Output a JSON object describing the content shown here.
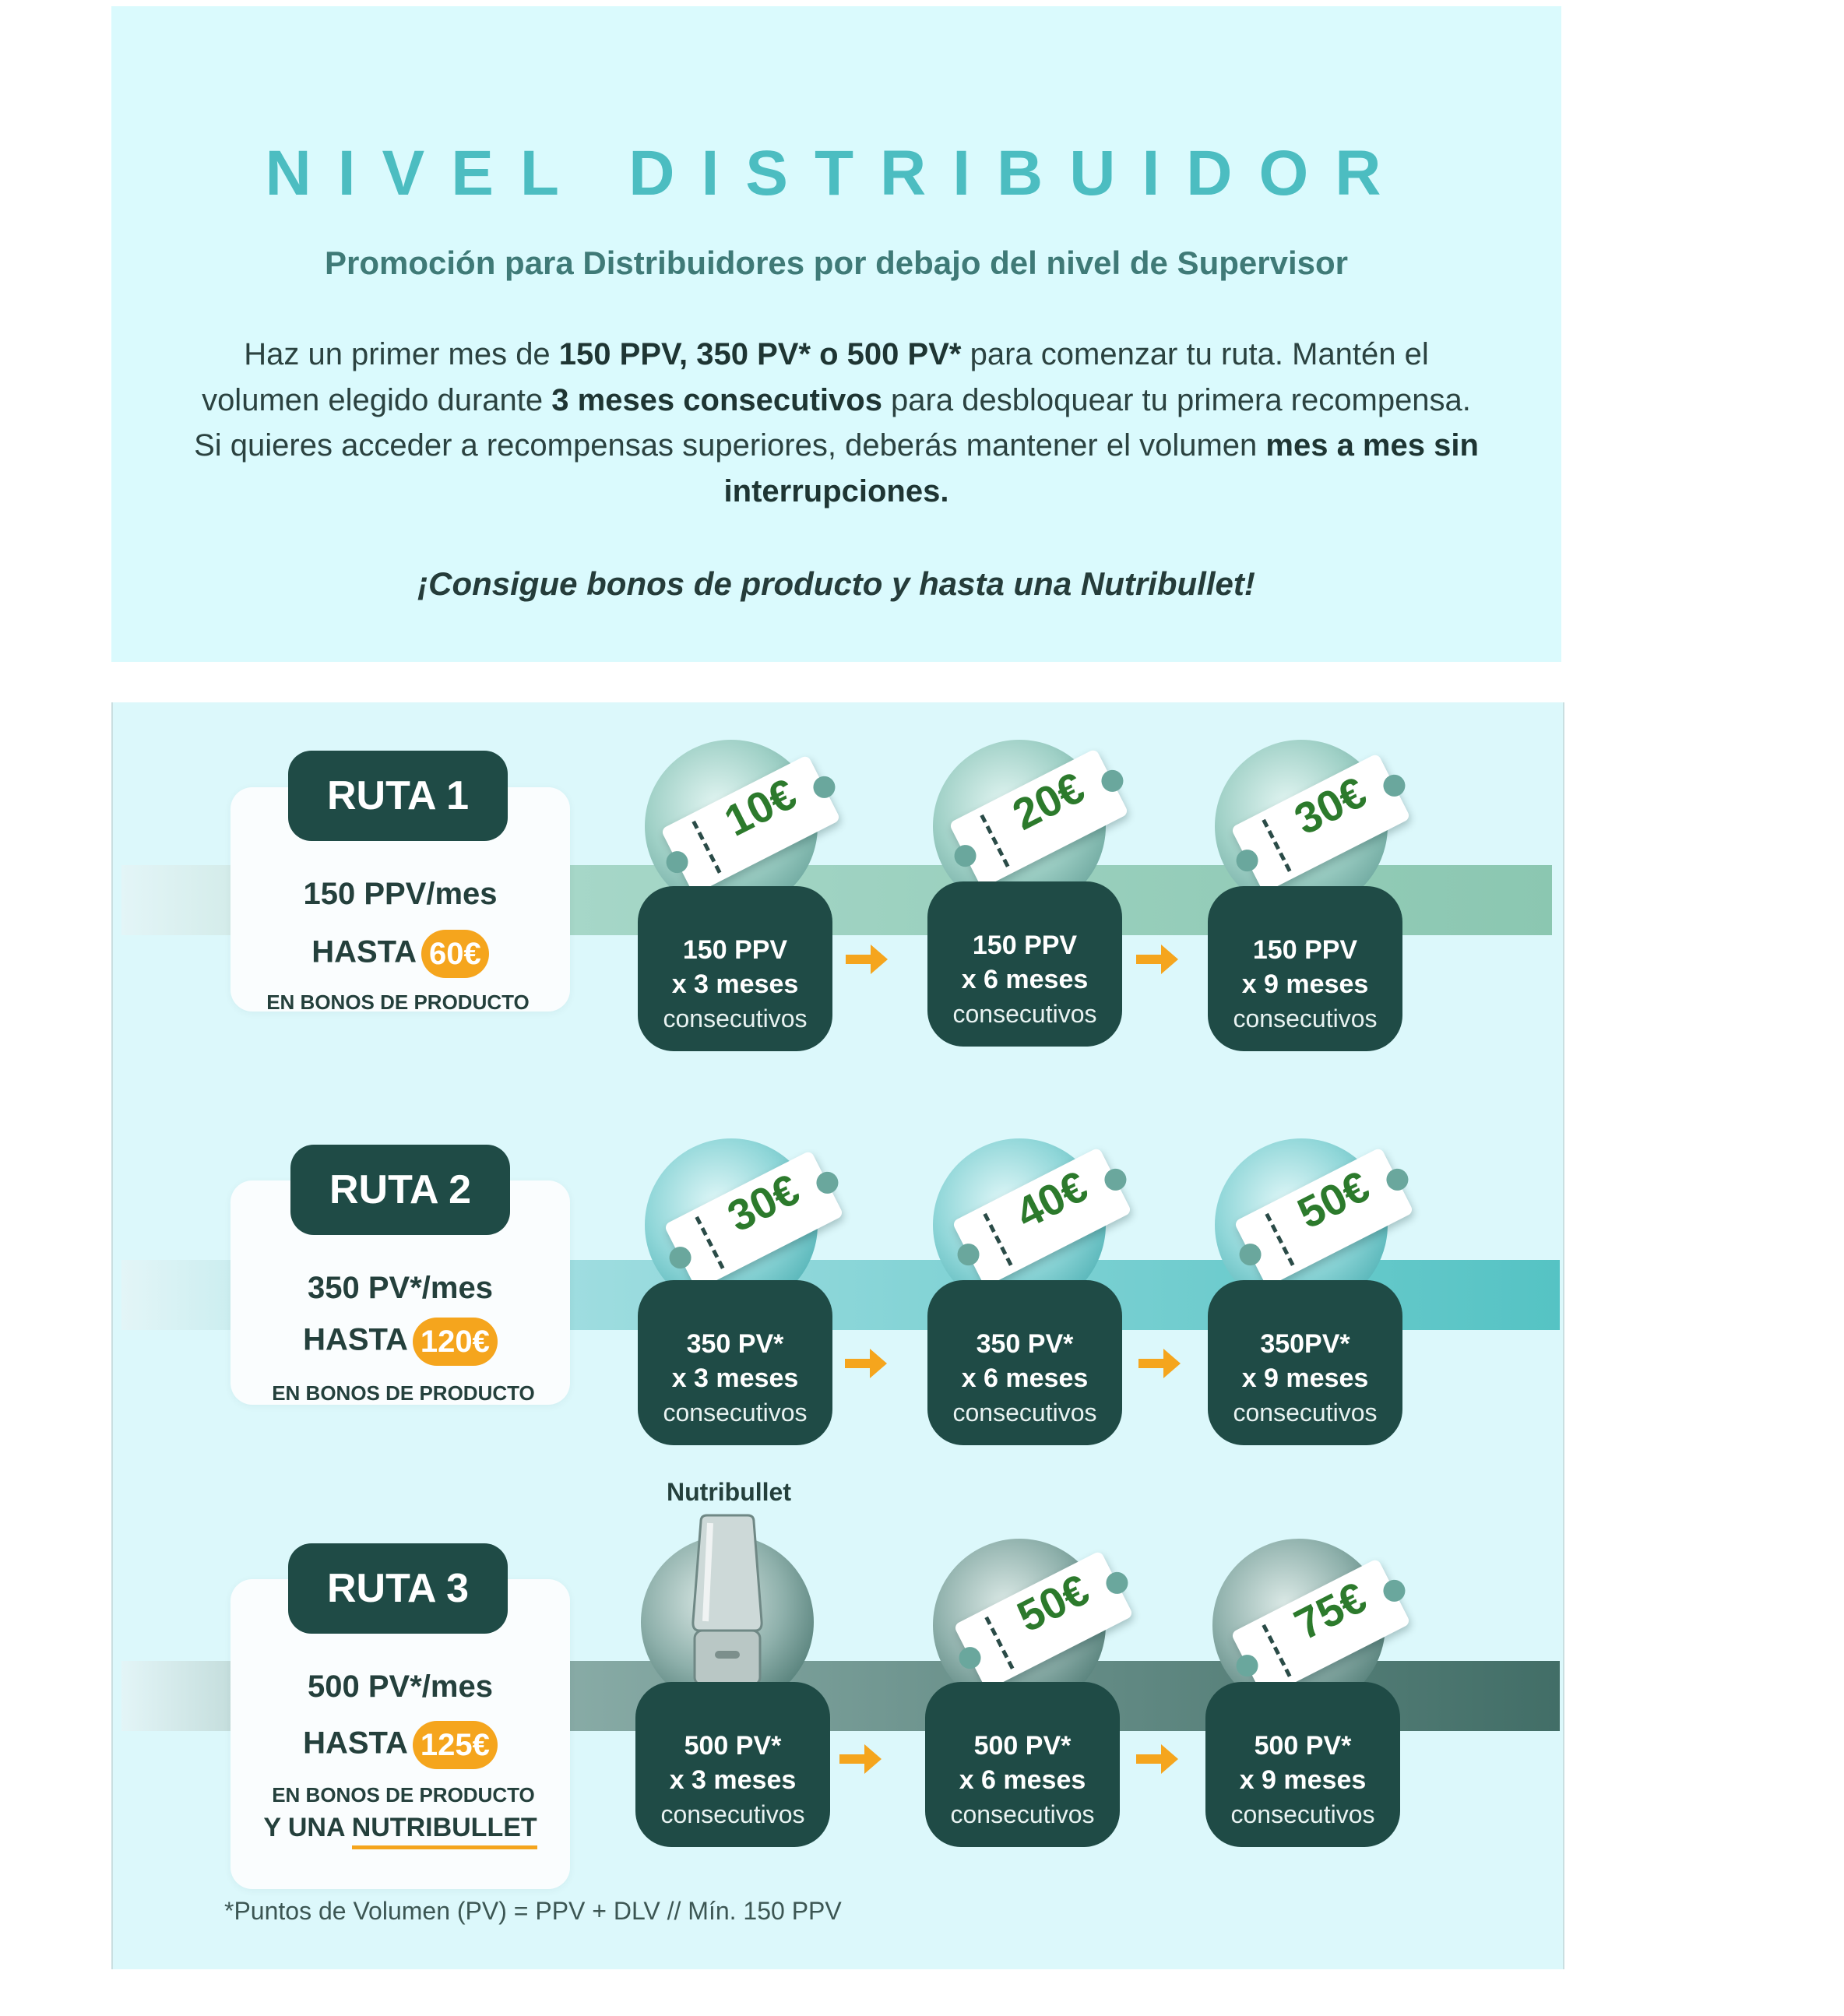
{
  "intro": {
    "title": "NIVEL DISTRIBUIDOR",
    "subtitle": "Promoción para Distribuidores por debajo del nivel de Supervisor",
    "body": {
      "t1": "Haz un primer mes de ",
      "b1": "150 PPV, 350 PV* o 500 PV*",
      "t2": " para comenzar tu ruta. Mantén el volumen elegido durante ",
      "b2": "3 meses consecutivos",
      "t3": " para desbloquear tu primera recompensa. Si quieres acceder a recompensas superiores, deberás mantener el volumen ",
      "b3": "mes a mes sin interrupciones."
    },
    "cta": "¡Consigue bonos de producto y hasta una Nutribullet!"
  },
  "routes": [
    {
      "badge": "RUTA 1",
      "volume": "150 PPV/mes",
      "hasta": "HASTA",
      "amount": "60€",
      "bonos": "EN BONOS DE PRODUCTO",
      "rewards": [
        "10€",
        "20€",
        "30€"
      ],
      "steps": [
        {
          "l1": "150 PPV",
          "l2": "x 3 meses",
          "l3": "consecutivos"
        },
        {
          "l1": "150 PPV",
          "l2": "x 6 meses",
          "l3": "consecutivos"
        },
        {
          "l1": "150 PPV",
          "l2": "x 9 meses",
          "l3": "consecutivos"
        }
      ]
    },
    {
      "badge": "RUTA 2",
      "volume": "350 PV*/mes",
      "hasta": "HASTA",
      "amount": "120€",
      "bonos": "EN BONOS DE PRODUCTO",
      "rewards": [
        "30€",
        "40€",
        "50€"
      ],
      "steps": [
        {
          "l1": "350 PV*",
          "l2": "x 3 meses",
          "l3": "consecutivos"
        },
        {
          "l1": "350 PV*",
          "l2": "x 6 meses",
          "l3": "consecutivos"
        },
        {
          "l1": "350PV*",
          "l2": "x 9 meses",
          "l3": "consecutivos"
        }
      ]
    },
    {
      "badge": "RUTA 3",
      "volume": "500 PV*/mes",
      "hasta": "HASTA",
      "amount": "125€",
      "bonos": "EN BONOS DE PRODUCTO",
      "extra_prefix": "Y UNA ",
      "extra_highlight": "NUTRIBULLET",
      "product_label": "Nutribullet",
      "product_icon": "blender-icon",
      "rewards": [
        "50€",
        "75€"
      ],
      "steps": [
        {
          "l1": "500 PV*",
          "l2": "x 3 meses",
          "l3": "consecutivos"
        },
        {
          "l1": "500 PV*",
          "l2": "x 6 meses",
          "l3": "consecutivos"
        },
        {
          "l1": "500 PV*",
          "l2": "x 9 meses",
          "l3": "consecutivos"
        }
      ]
    }
  ],
  "footnote": "*Puntos de Volumen (PV) = PPV + DLV // Mín. 150 PPV",
  "colors": {
    "title_teal": "#4cbdc1",
    "dark_green": "#1f4b46",
    "orange": "#f5a51d",
    "ticket_text": "#2c7a2c",
    "intro_bg": "#dafafd"
  }
}
